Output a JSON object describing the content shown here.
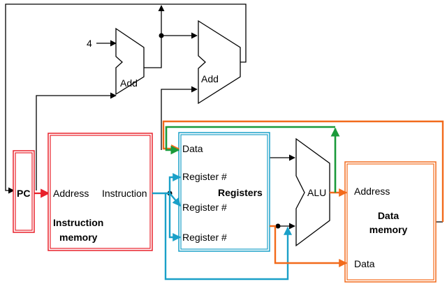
{
  "pc": {
    "label": "PC"
  },
  "instruction_memory": {
    "address_label": "Address",
    "instruction_label": "Instruction",
    "title_line1": "Instruction",
    "title_line2": "memory"
  },
  "adders": {
    "add1_label": "Add",
    "add2_label": "Add",
    "constant_label": "4"
  },
  "registers": {
    "data_label": "Data",
    "reg1_label": "Register #",
    "reg2_label": "Register #",
    "reg3_label": "Register #",
    "title": "Registers"
  },
  "alu": {
    "label": "ALU"
  },
  "data_memory": {
    "address_label": "Address",
    "data_label": "Data",
    "title_line1": "Data",
    "title_line2": "memory"
  },
  "colors": {
    "red": "#e8202a",
    "blue": "#1aa0c8",
    "orange": "#f26a1b",
    "green": "#1a9a3a",
    "black": "#000000"
  }
}
